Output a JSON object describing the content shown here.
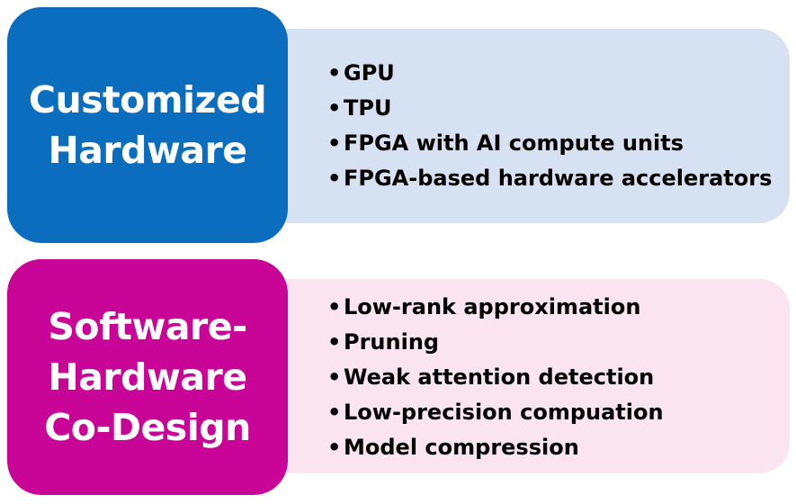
{
  "customized_hardware": {
    "title_lines": [
      "Customized",
      "Hardware"
    ],
    "items": [
      "GPU",
      "TPU",
      "FPGA with AI compute units",
      "FPGA-based hardware accelerators"
    ]
  },
  "software_hardware_codesign": {
    "title_lines": [
      "Software-",
      "Hardware",
      "Co-Design"
    ],
    "items": [
      "Low-rank approximation",
      "Pruning",
      "Weak attention detection",
      "Low-precision compuation",
      "Model compression"
    ]
  },
  "bullet_glyph": "•",
  "colors": {
    "top_label_bg": "#0a6dbd",
    "top_panel_bg": "#d6e1f1",
    "bottom_label_bg": "#c80596",
    "bottom_panel_bg": "#fae4f0"
  }
}
